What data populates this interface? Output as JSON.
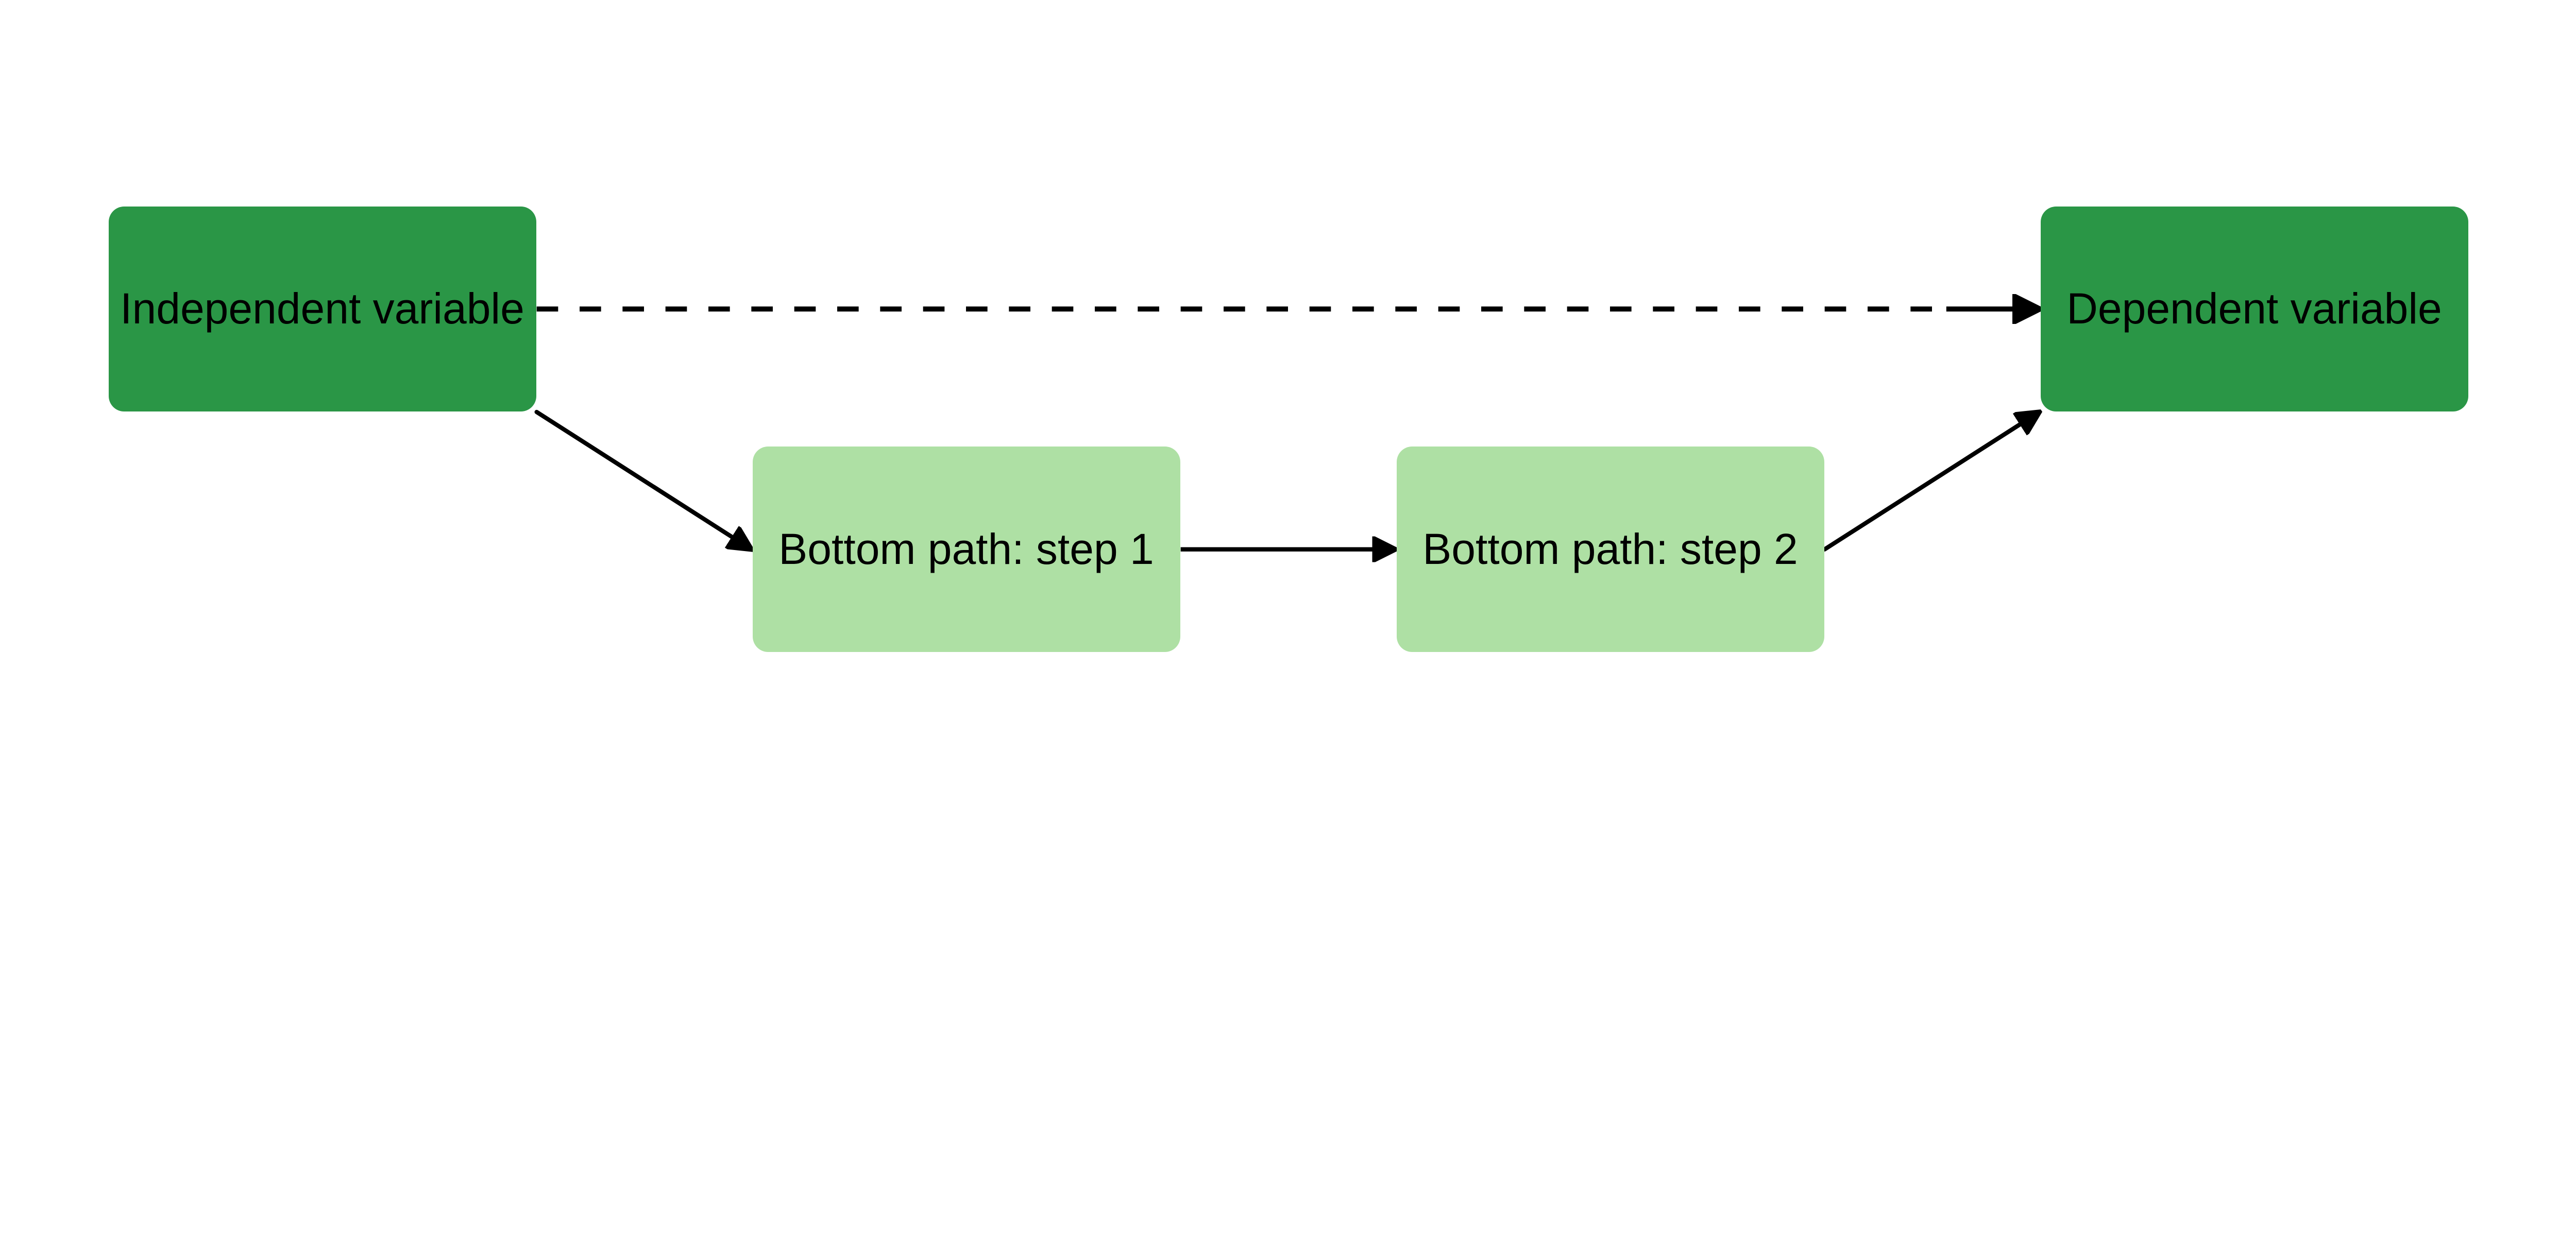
{
  "nodes": {
    "independent": {
      "label": "Independent variable",
      "color": "#2a9646"
    },
    "step1": {
      "label": "Bottom path: step 1",
      "color": "#aee0a4"
    },
    "step2": {
      "label": "Bottom path: step 2",
      "color": "#aee0a4"
    },
    "dependent": {
      "label": "Dependent variable",
      "color": "#2a9646"
    }
  },
  "edges": [
    {
      "from": "independent",
      "to": "dependent",
      "style": "dashed"
    },
    {
      "from": "independent",
      "to": "step1",
      "style": "solid"
    },
    {
      "from": "step1",
      "to": "step2",
      "style": "solid"
    },
    {
      "from": "step2",
      "to": "dependent",
      "style": "solid"
    }
  ]
}
